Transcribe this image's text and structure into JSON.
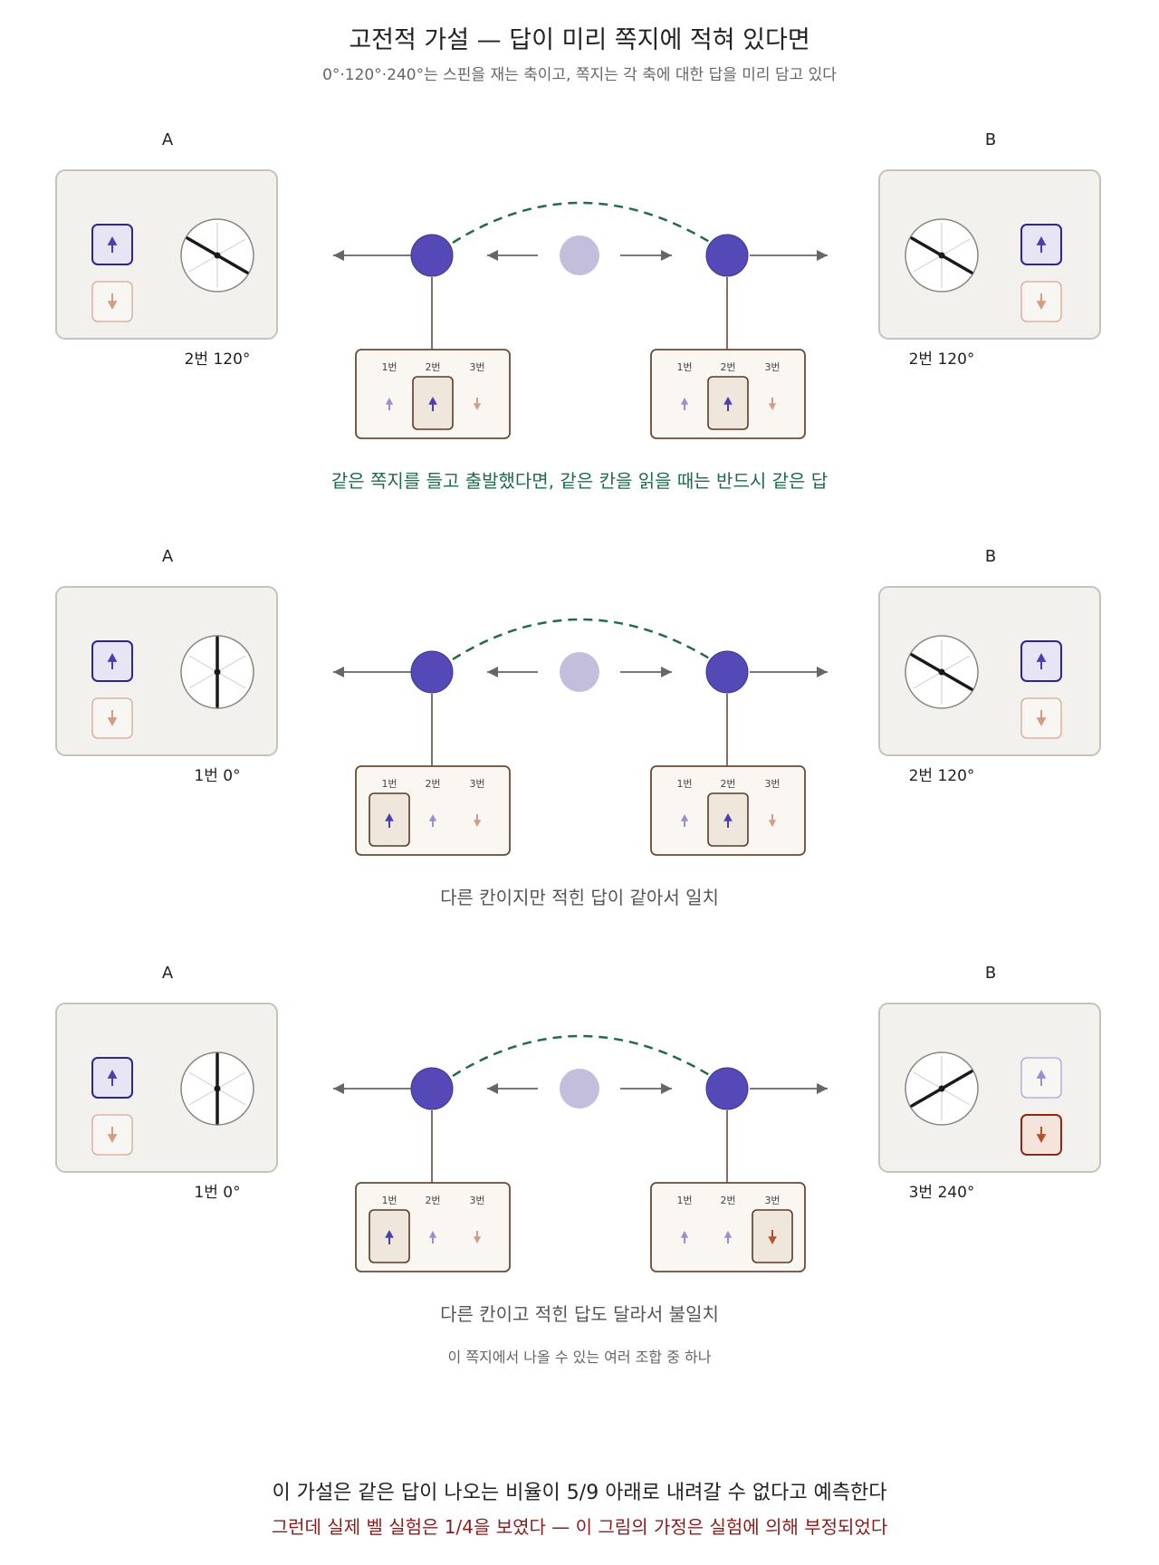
{
  "header": {
    "title": "고전적 가설 — 답이 미리 쪽지에 적혀 있다면",
    "subtitle": "0°·120°·240°는 스핀을 재는 축이고, 쪽지는 각 축에 대한 답을 미리 담고 있다"
  },
  "colors": {
    "particle": "#5549b8",
    "particle_faint": "#c2bedc",
    "up": "#4a3fb0",
    "down": "#b5532e",
    "dashed": "#1f6b4a",
    "agree_text": "#1f6b4a",
    "conclusion": "#8a1c1c",
    "note_border": "#6b4a35",
    "box_bg": "#f2f1ee",
    "box_border": "#c7c3b8"
  },
  "panels": [
    {
      "label_a": "A",
      "label_b": "B",
      "setting_a": "2번 120°",
      "setting_b": "2번 120°",
      "angle_a": 120,
      "angle_b": 120,
      "result_a": "up",
      "result_b": "up",
      "note_columns": [
        "1번",
        "2번",
        "3번"
      ],
      "note_answers": [
        "up",
        "up",
        "down"
      ],
      "highlight_a": 1,
      "highlight_b": 1,
      "caption": "같은 쪽지를 들고 출발했다면, 같은 칸을 읽을 때는 반드시 같은 답",
      "caption_style": "agree",
      "caption2": ""
    },
    {
      "label_a": "A",
      "label_b": "B",
      "setting_a": "1번 0°",
      "setting_b": "2번 120°",
      "angle_a": 0,
      "angle_b": 120,
      "result_a": "up",
      "result_b": "up",
      "note_columns": [
        "1번",
        "2번",
        "3번"
      ],
      "note_answers": [
        "up",
        "up",
        "down"
      ],
      "highlight_a": 0,
      "highlight_b": 1,
      "caption": "다른 칸이지만 적힌 답이 같아서 일치",
      "caption_style": "plain",
      "caption2": ""
    },
    {
      "label_a": "A",
      "label_b": "B",
      "setting_a": "1번 0°",
      "setting_b": "3번 240°",
      "angle_a": 0,
      "angle_b": 240,
      "result_a": "up",
      "result_b": "down",
      "note_columns": [
        "1번",
        "2번",
        "3번"
      ],
      "note_answers": [
        "up",
        "up",
        "down"
      ],
      "highlight_a": 0,
      "highlight_b": 2,
      "caption": "다른 칸이고 적힌 답도 달라서 불일치",
      "caption_style": "plain",
      "caption2": "이 쪽지에서 나올 수 있는 여러 조합 중 하나"
    }
  ],
  "footer": {
    "main": "이 가설은 같은 답이 나오는 비율이 5/9 아래로 내려갈 수 없다고 예측한다",
    "sub": "그런데 실제 벨 실험은 1/4을 보였다 — 이 그림의 가정은 실험에 의해 부정되었다"
  }
}
